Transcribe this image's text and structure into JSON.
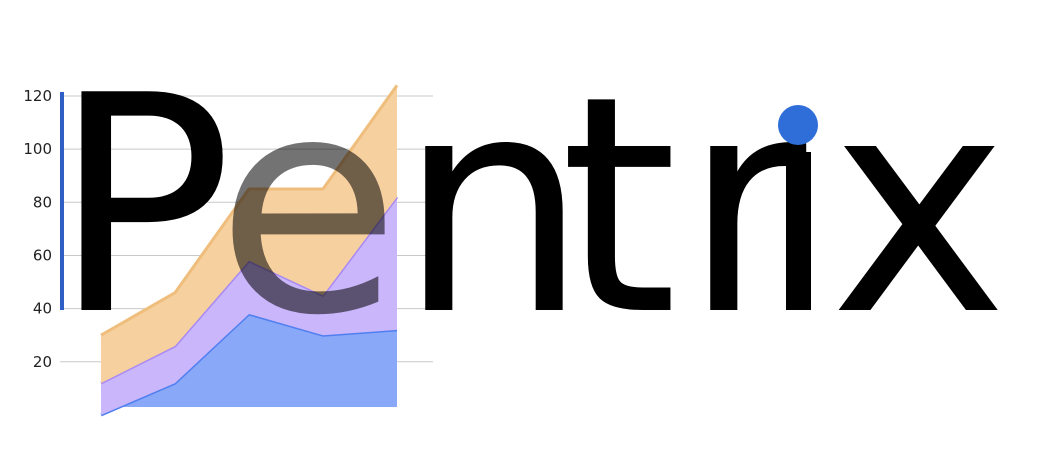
{
  "brand": {
    "name": "Pentrix",
    "letters": [
      "P",
      "e",
      "n",
      "t",
      "r",
      "i",
      "x"
    ],
    "text_color": "#000000",
    "dot_color": "#2f6ed8",
    "stem_accent_color": "#2f5fc4"
  },
  "chart_data": {
    "type": "area",
    "stacked": true,
    "x": [
      1,
      2,
      3,
      4,
      5
    ],
    "series": [
      {
        "values": [
          0,
          12,
          38,
          30,
          32
        ],
        "fill": "#8aa8f8",
        "stroke": "#4f7ff0"
      },
      {
        "values": [
          12,
          14,
          20,
          15,
          50
        ],
        "fill": "#c9b6fb",
        "stroke": "#a98af2"
      },
      {
        "values": [
          18,
          20,
          27,
          40,
          42
        ],
        "fill": "#f6d09f",
        "stroke": "#efbd7c"
      }
    ],
    "yticks": [
      20,
      40,
      60,
      80,
      100,
      120
    ],
    "ylim": [
      3,
      123
    ],
    "grid": true,
    "xlabel": "",
    "ylabel": ""
  }
}
